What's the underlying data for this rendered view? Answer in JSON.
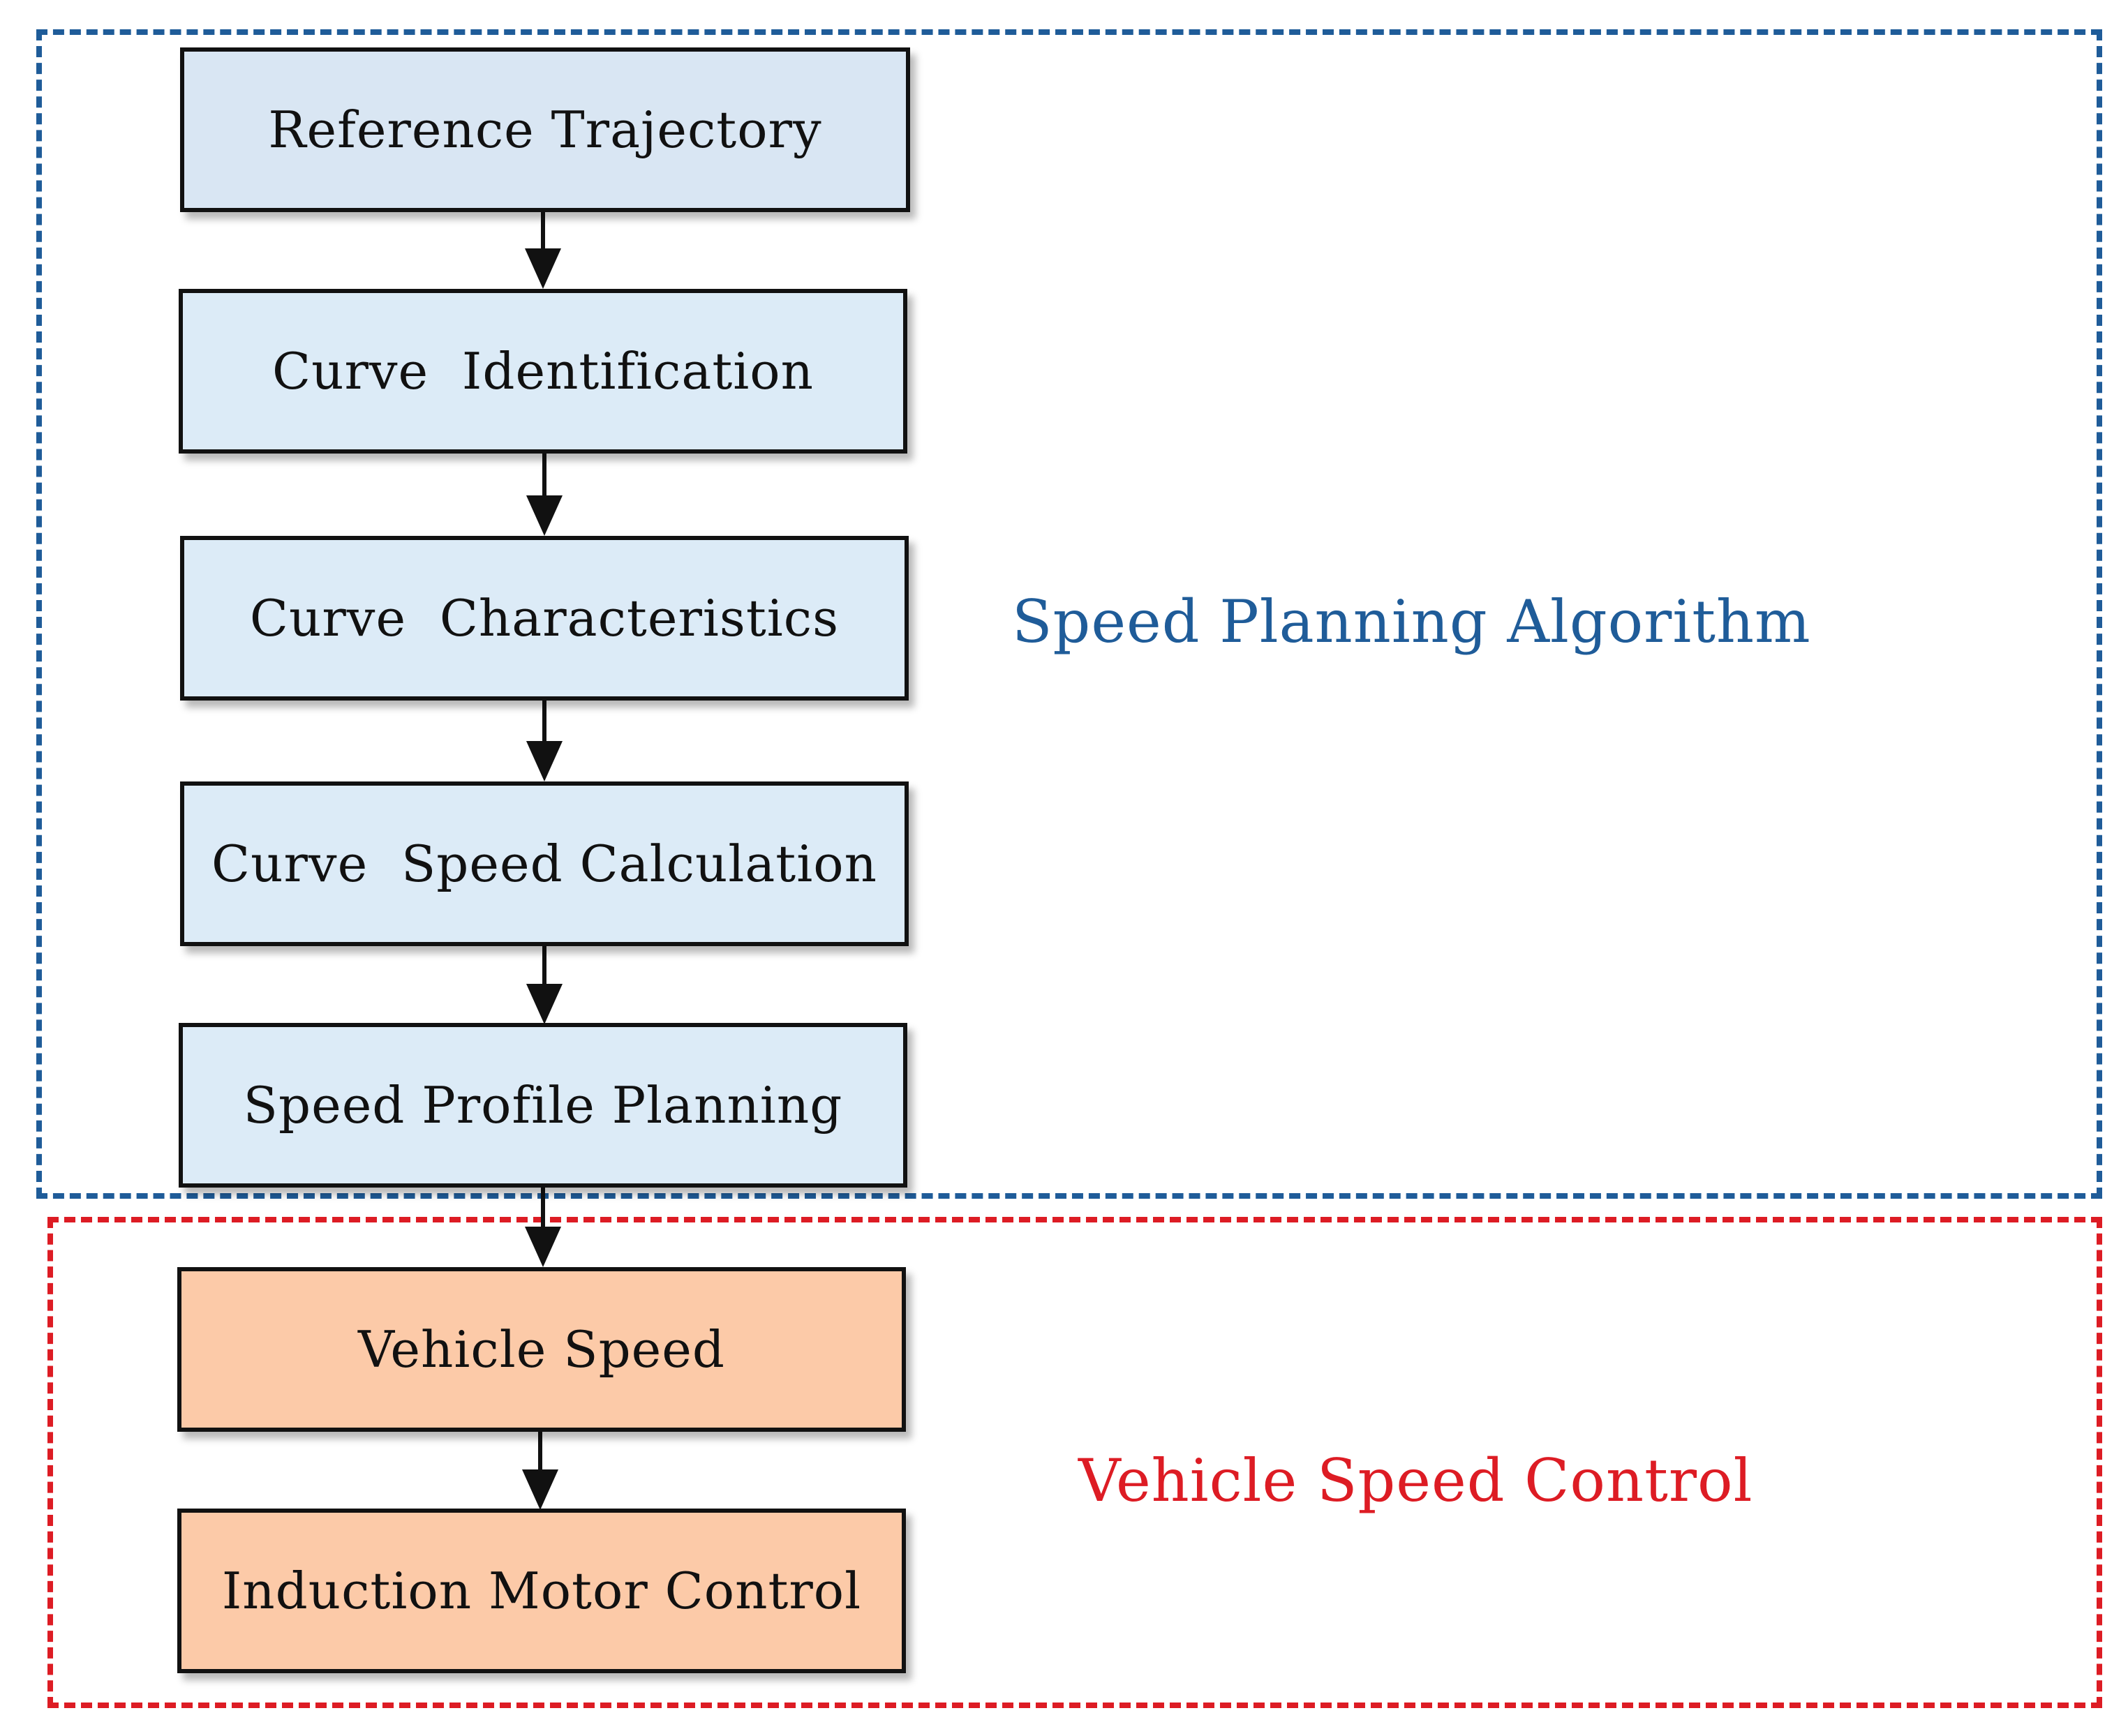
{
  "groups": {
    "planning": {
      "label": "Speed Planning Algorithm",
      "color": "#1f5c99"
    },
    "control": {
      "label": "Vehicle Speed Control",
      "color": "#dd1c24"
    }
  },
  "steps": [
    {
      "label": "Reference Trajectory",
      "fill": "#d9e6f3"
    },
    {
      "label": "Curve  Identification",
      "fill": "#dcebf7"
    },
    {
      "label": "Curve  Characteristics",
      "fill": "#dcebf7"
    },
    {
      "label": "Curve  Speed Calculation",
      "fill": "#dcebf7"
    },
    {
      "label": "Speed Profile Planning",
      "fill": "#dcebf7"
    },
    {
      "label": "Vehicle Speed",
      "fill": "#fccaa8"
    },
    {
      "label": "Induction Motor Control",
      "fill": "#fccaa8"
    }
  ]
}
